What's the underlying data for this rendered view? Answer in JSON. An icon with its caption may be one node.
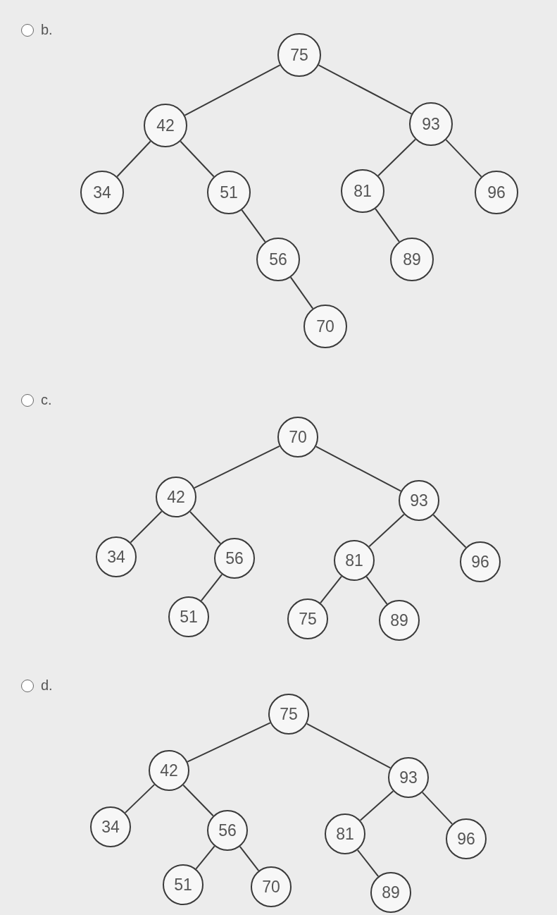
{
  "diagram": {
    "nodes": [
      {
        "text": [
          "75"
        ]
      },
      {
        "text": [
          "42"
        ]
      },
      {
        "text": [
          "93"
        ]
      },
      {
        "text": [
          "34"
        ]
      },
      {
        "text": [
          "51"
        ]
      },
      {
        "text": [
          "81"
        ]
      },
      {
        "text": [
          "96"
        ]
      },
      {
        "text": [
          "56"
        ]
      },
      {
        "text": [
          "89"
        ]
      },
      {
        "text": [
          "70"
        ]
      },
      {
        "text": [
          "70"
        ]
      },
      {
        "text": [
          "42"
        ]
      },
      {
        "text": [
          "93"
        ]
      },
      {
        "text": [
          "34"
        ]
      },
      {
        "text": [
          "56"
        ]
      },
      {
        "text": [
          "81"
        ]
      },
      {
        "text": [
          "96"
        ]
      },
      {
        "text": [
          "51"
        ]
      },
      {
        "text": [
          "75"
        ]
      },
      {
        "text": [
          "89"
        ]
      },
      {
        "text": [
          "75"
        ]
      },
      {
        "text": [
          "42"
        ]
      },
      {
        "text": [
          "93"
        ]
      },
      {
        "text": [
          "34"
        ]
      },
      {
        "text": [
          "56"
        ]
      },
      {
        "text": [
          "81"
        ]
      },
      {
        "text": [
          "96"
        ]
      },
      {
        "text": [
          "51"
        ]
      },
      {
        "text": [
          "70"
        ]
      },
      {
        "text": [
          "89"
        ]
      }
    ],
    "edges": [
      {
        "from": 0,
        "to": 1,
        "arrow": "none"
      },
      {
        "from": 0,
        "to": 2,
        "arrow": "none"
      },
      {
        "from": 1,
        "to": 3,
        "arrow": "none"
      },
      {
        "from": 1,
        "to": 4,
        "arrow": "none"
      },
      {
        "from": 4,
        "to": 7,
        "arrow": "none"
      },
      {
        "from": 7,
        "to": 9,
        "arrow": "none"
      },
      {
        "from": 2,
        "to": 5,
        "arrow": "none"
      },
      {
        "from": 2,
        "to": 6,
        "arrow": "none"
      },
      {
        "from": 5,
        "to": 8,
        "arrow": "none"
      },
      {
        "from": 10,
        "to": 11,
        "arrow": "none"
      },
      {
        "from": 10,
        "to": 12,
        "arrow": "none"
      },
      {
        "from": 11,
        "to": 13,
        "arrow": "none"
      },
      {
        "from": 11,
        "to": 14,
        "arrow": "none"
      },
      {
        "from": 14,
        "to": 17,
        "arrow": "none"
      },
      {
        "from": 12,
        "to": 15,
        "arrow": "none"
      },
      {
        "from": 12,
        "to": 16,
        "arrow": "none"
      },
      {
        "from": 15,
        "to": 18,
        "arrow": "none"
      },
      {
        "from": 15,
        "to": 19,
        "arrow": "none"
      },
      {
        "from": 20,
        "to": 21,
        "arrow": "none"
      },
      {
        "from": 20,
        "to": 22,
        "arrow": "none"
      },
      {
        "from": 21,
        "to": 23,
        "arrow": "none"
      },
      {
        "from": 21,
        "to": 24,
        "arrow": "none"
      },
      {
        "from": 24,
        "to": 27,
        "arrow": "none"
      },
      {
        "from": 24,
        "to": 28,
        "arrow": "none"
      },
      {
        "from": 22,
        "to": 25,
        "arrow": "none"
      },
      {
        "from": 22,
        "to": 26,
        "arrow": "none"
      },
      {
        "from": 25,
        "to": 29,
        "arrow": "none"
      }
    ],
    "labels": [
      "b.",
      "c.",
      "d."
    ]
  }
}
